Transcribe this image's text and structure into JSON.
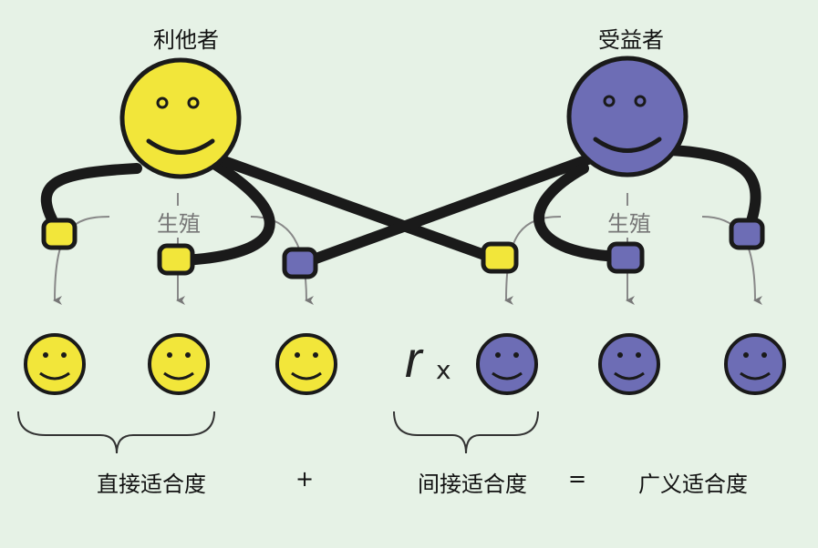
{
  "labels": {
    "altruist": "利他者",
    "recipient": "受益者",
    "reproduction_left": "生殖",
    "reproduction_right": "生殖",
    "direct_fitness": "直接适合度",
    "plus": "+",
    "indirect_fitness": "间接适合度",
    "equals": "=",
    "inclusive_fitness": "广义适合度",
    "relatedness_r": "r",
    "times": "x"
  },
  "colors": {
    "background": "#e6f2e6",
    "altruist": "#f2e63a",
    "recipient": "#6d6db5",
    "arrow": "#777777"
  }
}
